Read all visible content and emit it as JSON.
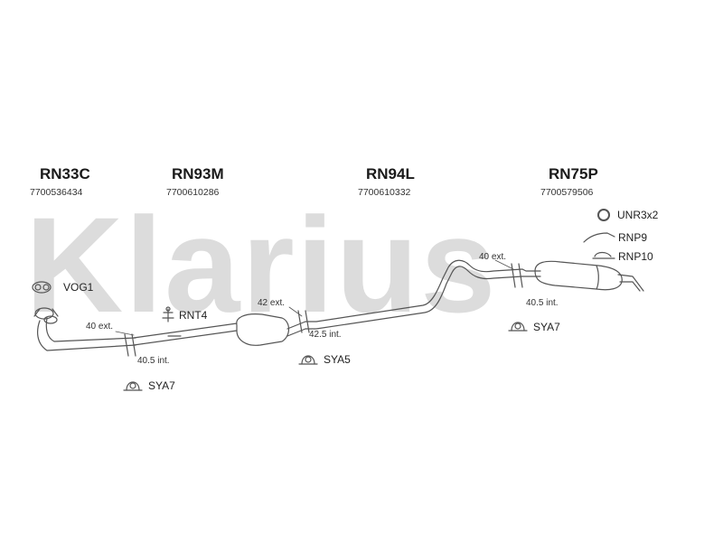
{
  "watermark": "Klarius",
  "colors": {
    "pipe": "#555555",
    "watermark": "#dcdcdc"
  },
  "sections": [
    {
      "part": "RN33C",
      "oe": "7700536434"
    },
    {
      "part": "RN93M",
      "oe": "7700610286"
    },
    {
      "part": "RN94L",
      "oe": "7700610332"
    },
    {
      "part": "RN75P",
      "oe": "7700579506"
    }
  ],
  "fittings": {
    "vog1": "VOG1",
    "rnt4": "RNT4",
    "sya7_left": "SYA7",
    "sya5": "SYA5",
    "sya7_right": "SYA7",
    "unr": "UNR3x2",
    "rnp9": "RNP9",
    "rnp10": "RNP10"
  },
  "dimensions": {
    "j1_ext": "40 ext.",
    "j1_int": "40.5 int.",
    "j2_ext": "42 ext.",
    "j2_int": "42.5 int.",
    "j3_ext": "40 ext.",
    "j3_int": "40.5 int."
  }
}
